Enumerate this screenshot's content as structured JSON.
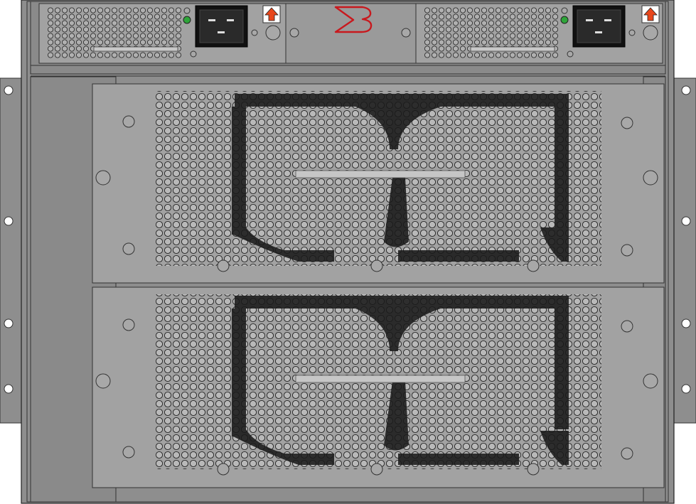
{
  "device": {
    "logo": "brocade-b-logo",
    "accent_color": "#c8191e",
    "chassis_color": "#8e8e8e",
    "panel_color": "#a2a2a2",
    "led_color": "#2fa53a",
    "warning_color": "#e8471c"
  },
  "power_supplies": [
    {
      "id": "psu-1",
      "led": "green",
      "inlet": "power-inlet-icon",
      "warning": "arrow-up-warning-icon"
    },
    {
      "id": "psu-2",
      "led": "green",
      "inlet": "power-inlet-icon",
      "warning": "arrow-up-warning-icon"
    }
  ],
  "fan_modules": [
    {
      "id": "fan-module-1"
    },
    {
      "id": "fan-module-2"
    }
  ]
}
